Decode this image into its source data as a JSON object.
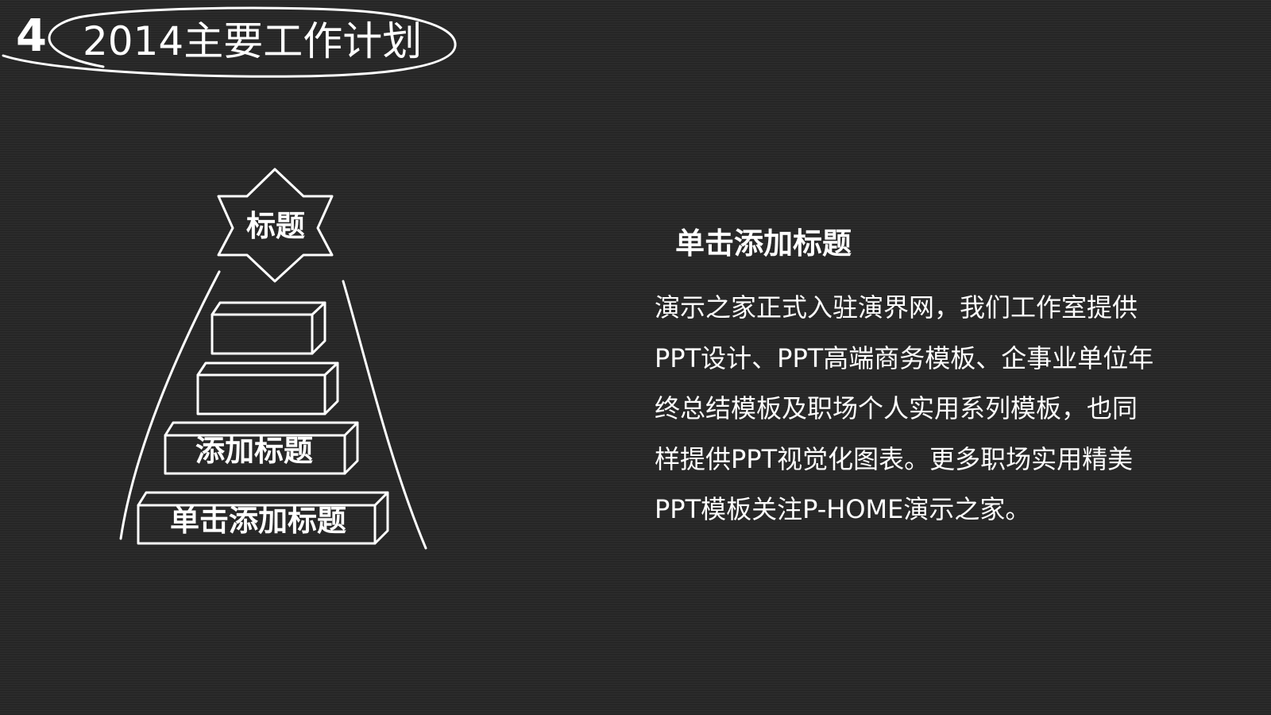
{
  "header": {
    "section_number": "4",
    "title": "2014主要工作计划"
  },
  "pyramid": {
    "star_label": "标题",
    "blocks": [
      {
        "label": ""
      },
      {
        "label": ""
      },
      {
        "label": "添加标题"
      },
      {
        "label": "单击添加标题"
      }
    ]
  },
  "content": {
    "heading": "单击添加标题",
    "body_lines": [
      "演示之家正式入驻演界网，我们工作室提供",
      "PPT设计、PPT高端商务模板、企事业单位年",
      "终总结模板及职场个人实用系列模板，也同",
      "样提供PPT视觉化图表。更多职场实用精美",
      "PPT模板关注P-HOME演示之家。"
    ]
  },
  "colors": {
    "background": "#282828",
    "foreground": "#ffffff"
  }
}
